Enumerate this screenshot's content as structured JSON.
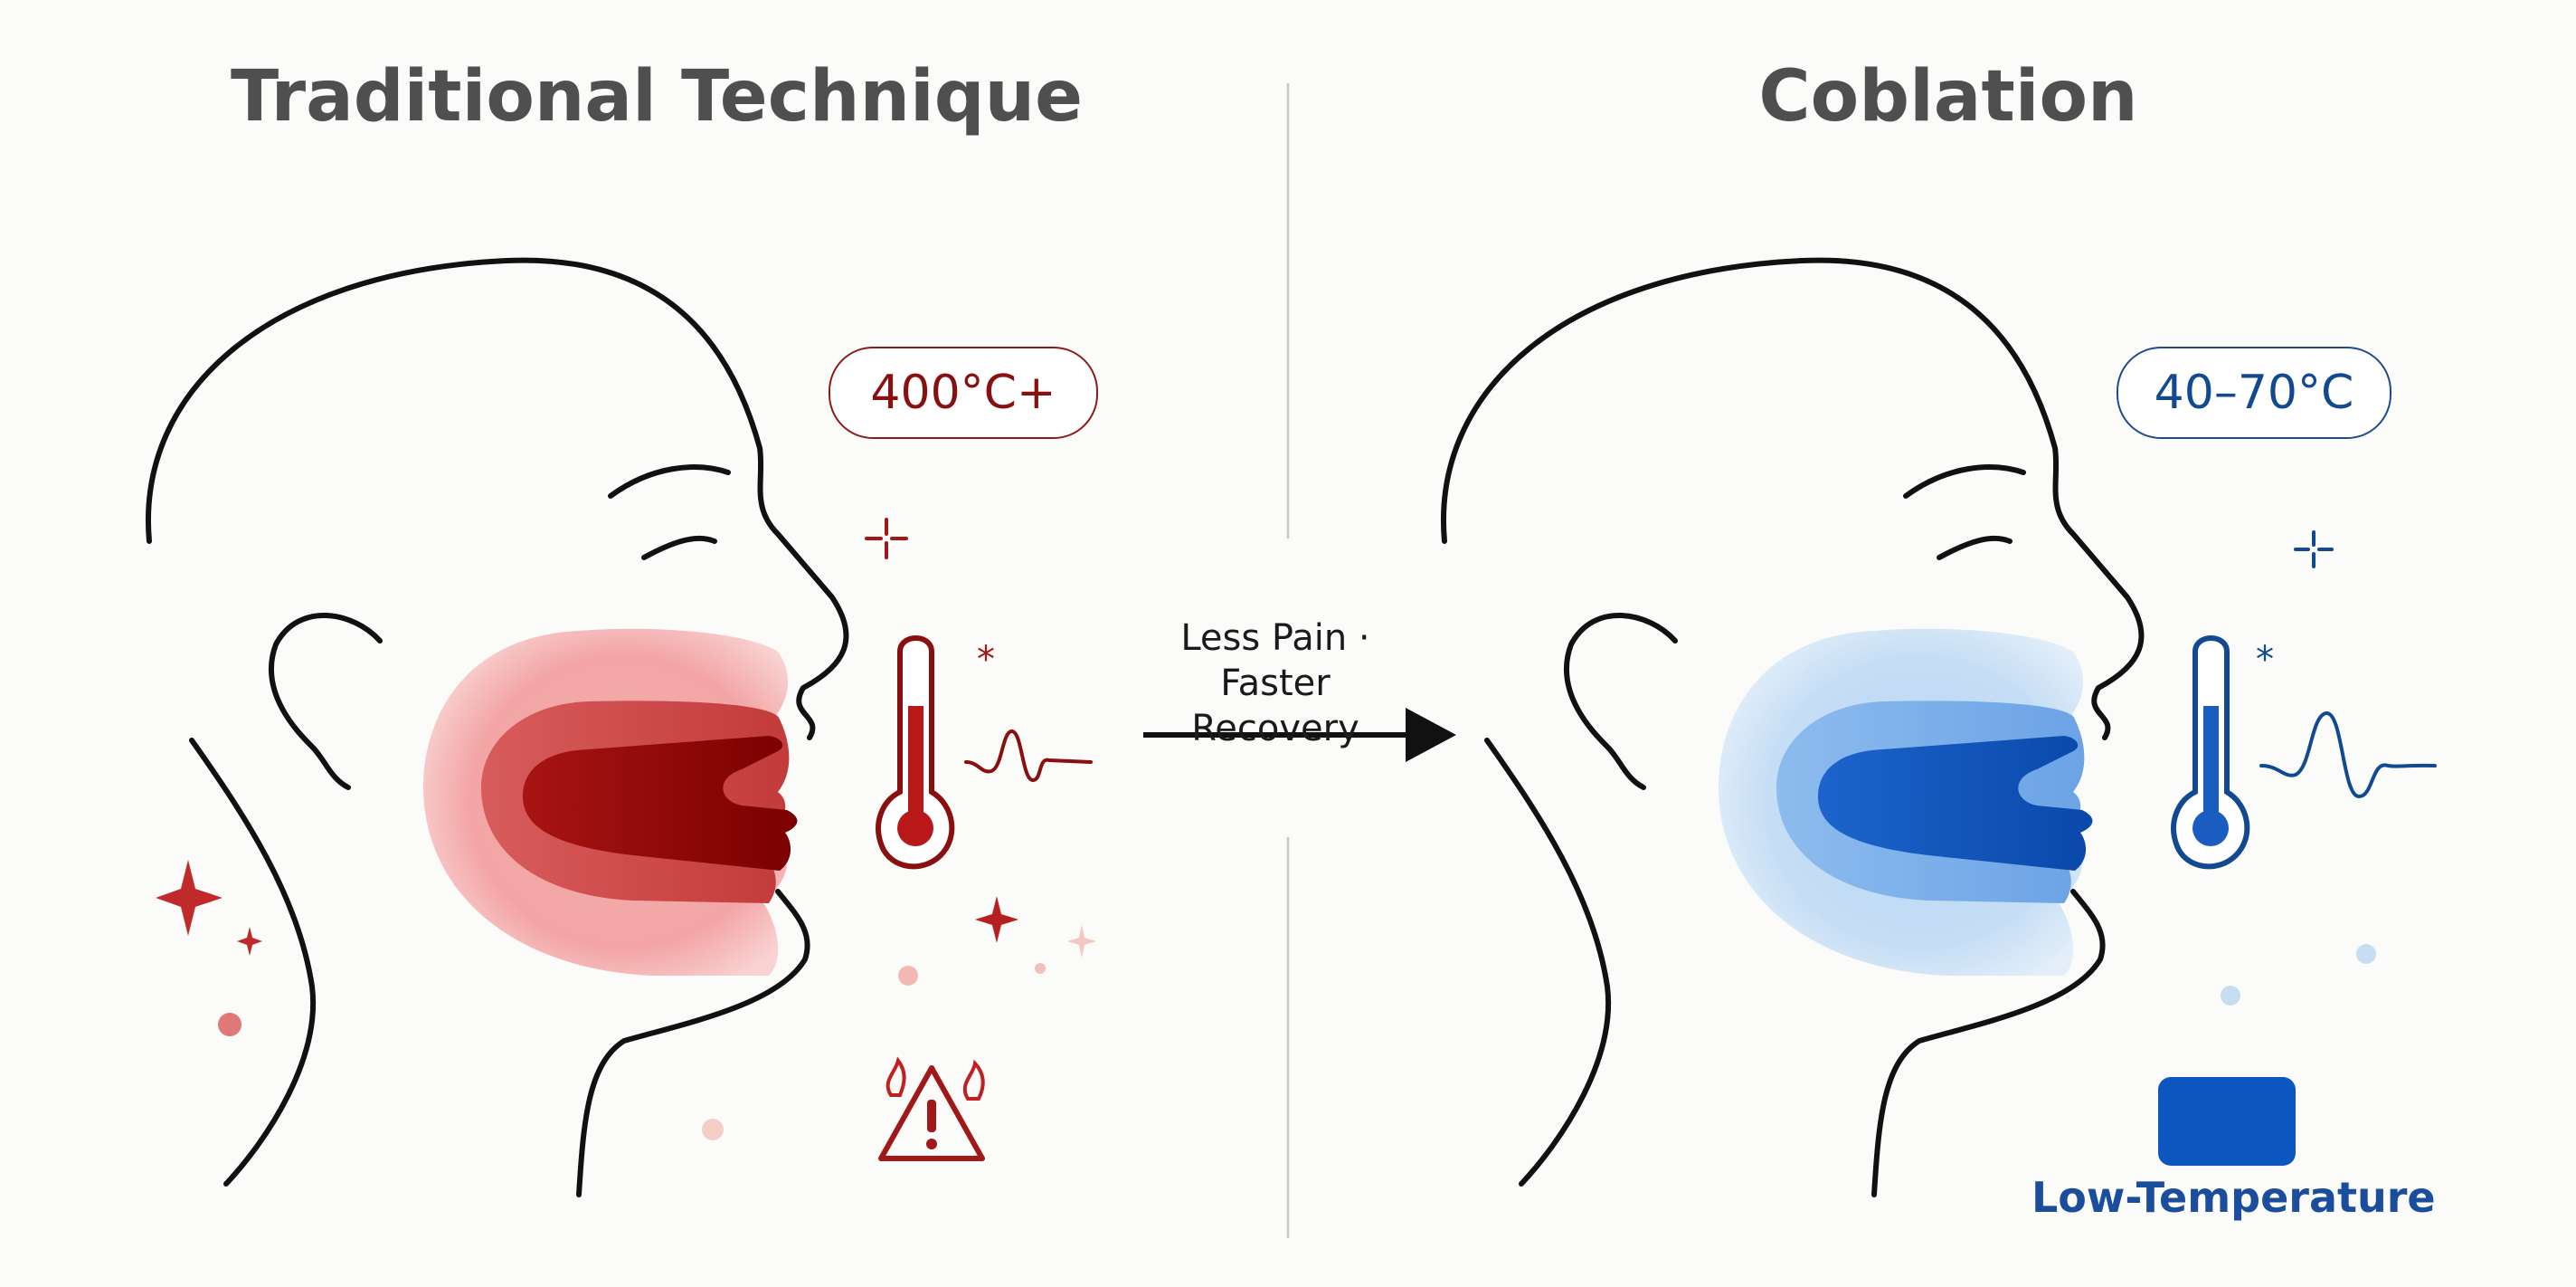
{
  "left_panel": {
    "title": "Traditional Technique",
    "temperature": "400°C+",
    "accent_color": "#8a1010"
  },
  "right_panel": {
    "title": "Coblation",
    "temperature": "40–70°C",
    "accent_color": "#124a92",
    "badge_label": "Low-Temperature"
  },
  "transition": {
    "caption_line1": "Less Pain · Faster",
    "caption_line2": "Recovery"
  },
  "icons": [
    "head-profile-icon",
    "thermometer-icon",
    "heat-wave-icon",
    "warning-fire-icon",
    "sparkle-icon",
    "arrow-right-icon",
    "low-temperature-badge-icon"
  ]
}
